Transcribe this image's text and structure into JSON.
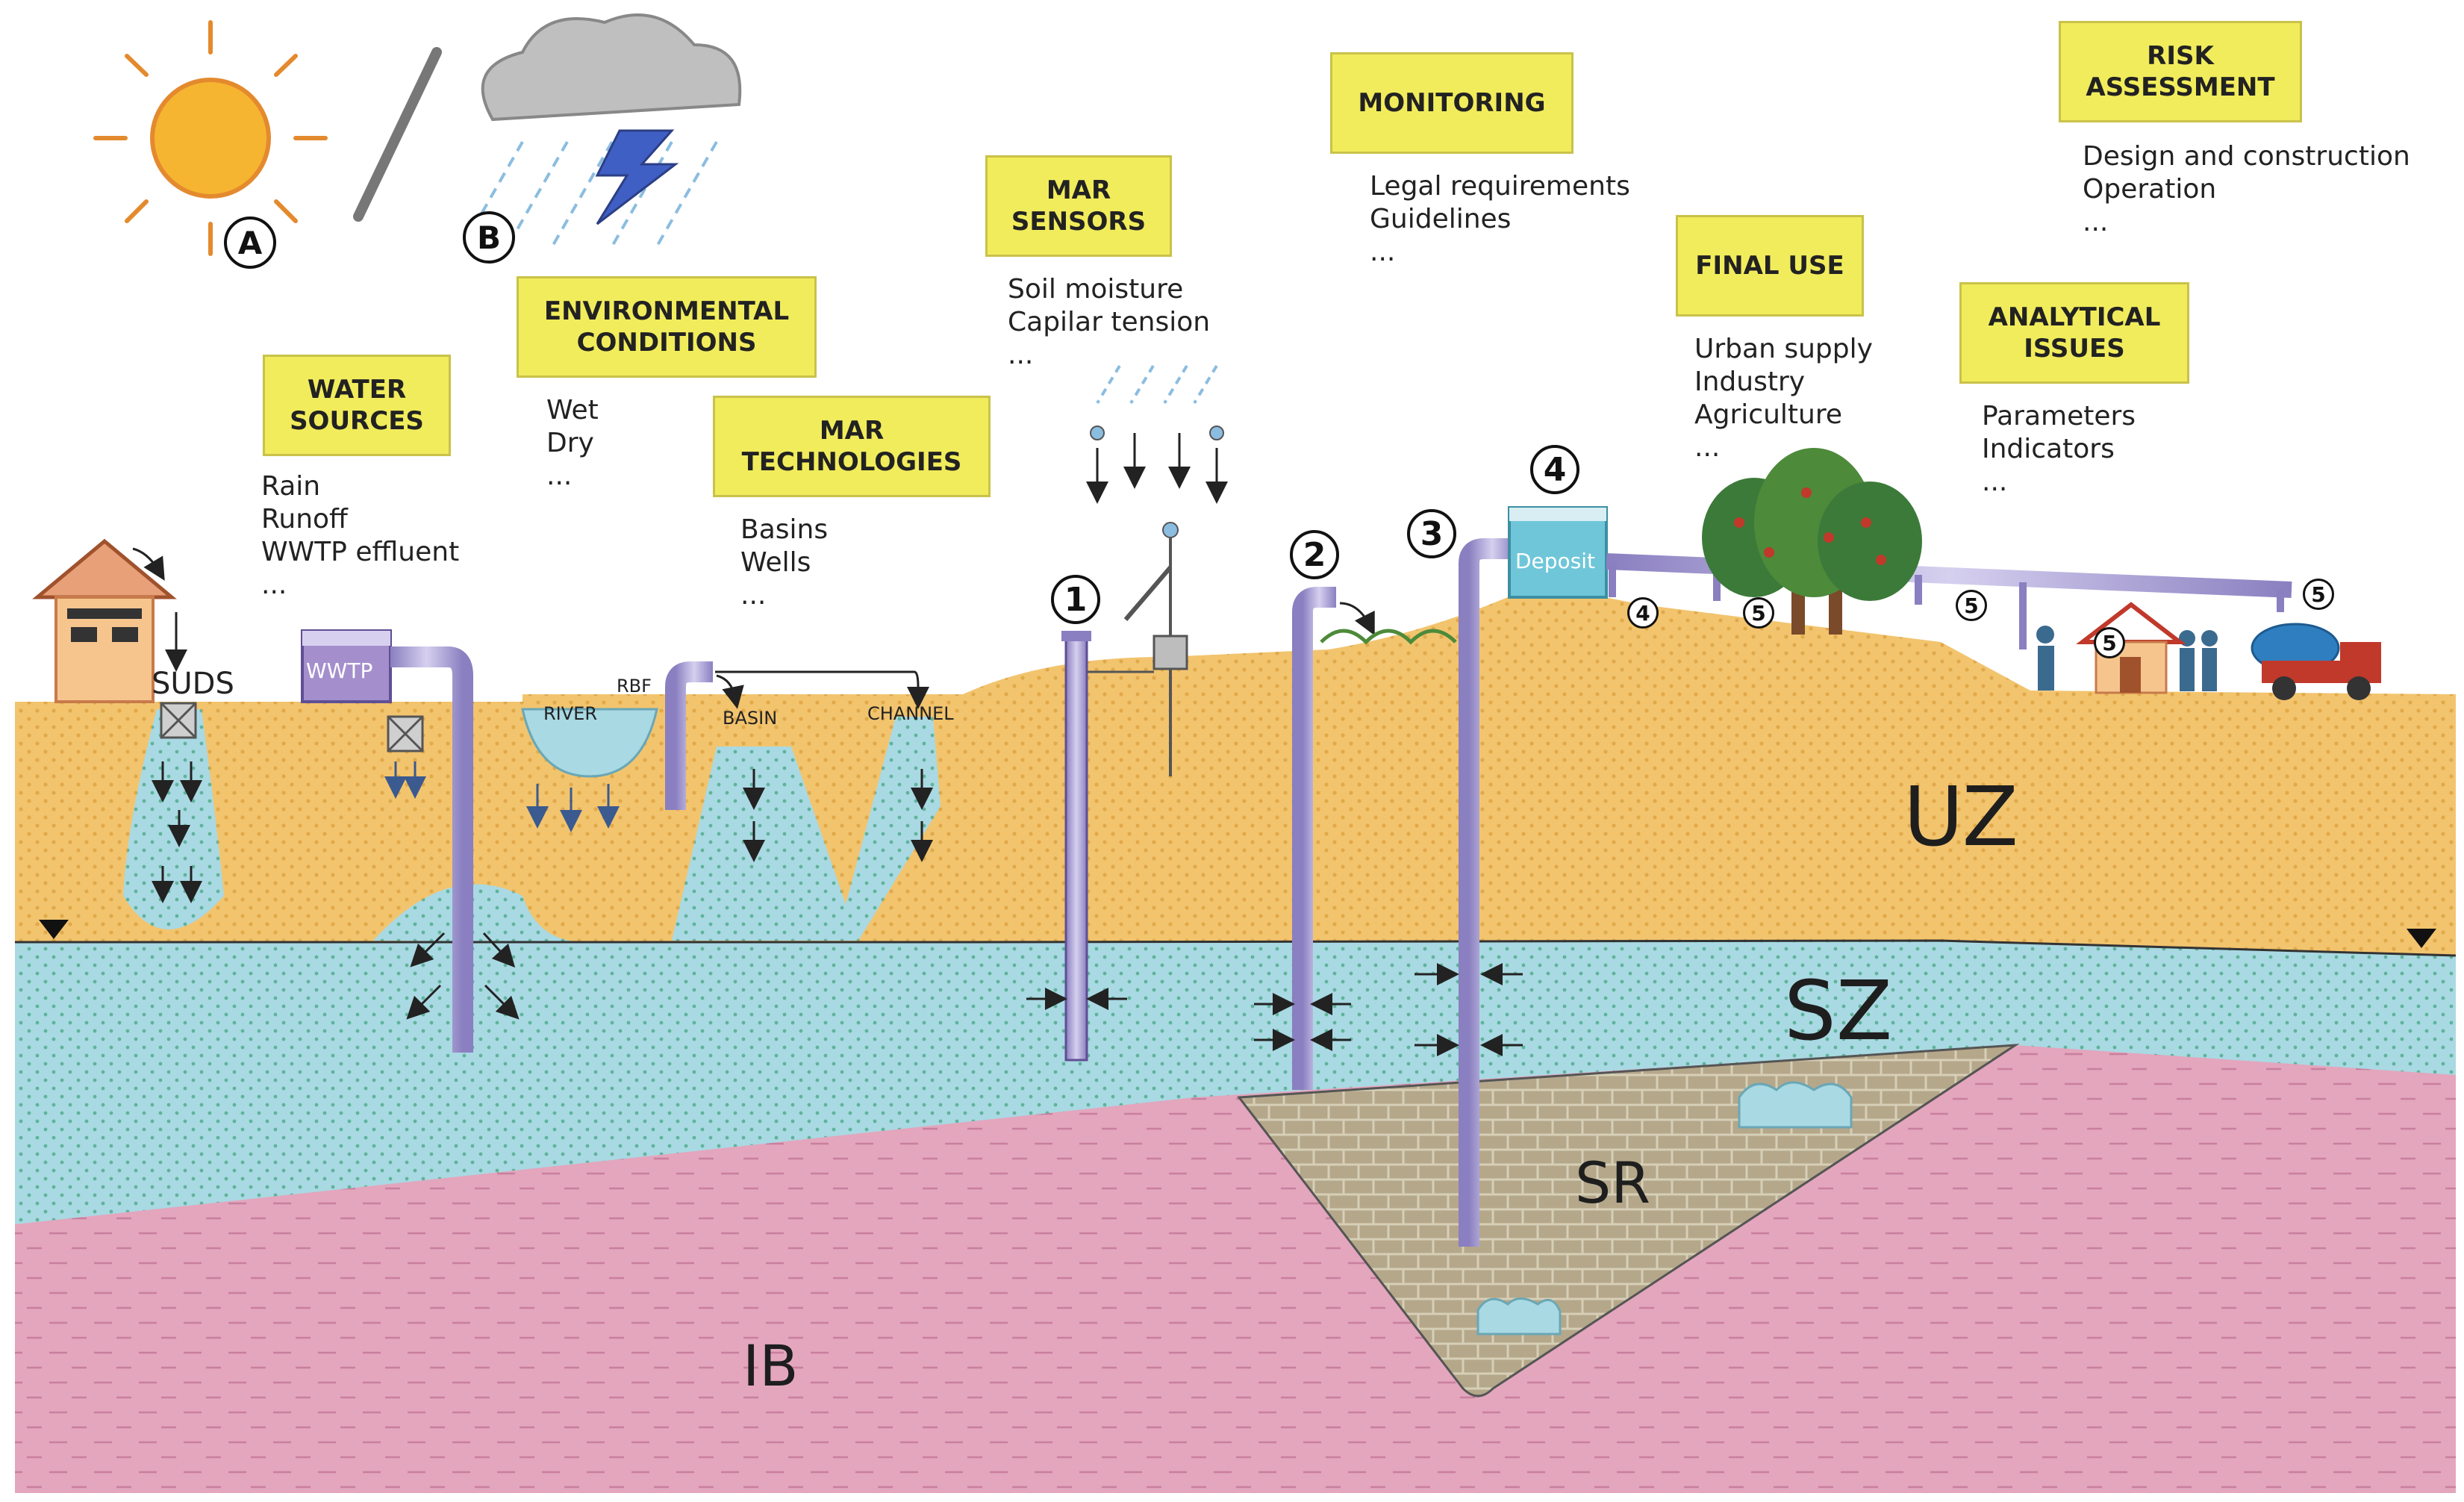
{
  "weather": {
    "marker_a": "A",
    "marker_b": "B"
  },
  "labels": {
    "water_sources": "WATER SOURCES",
    "environmental_conditions": "ENVIRONMENTAL CONDITIONS",
    "mar_technologies": "MAR TECHNOLOGIES",
    "mar_sensors": "MAR SENSORS",
    "monitoring": "MONITORING",
    "final_use": "FINAL USE",
    "analytical_issues": "ANALYTICAL ISSUES",
    "risk_assessment": "RISK ASSESSMENT"
  },
  "lists": {
    "water_sources": [
      "Rain",
      "Runoff",
      "WWTP effluent",
      "..."
    ],
    "environmental_conditions": [
      "Wet",
      "Dry",
      "..."
    ],
    "mar_technologies": [
      "Basins",
      "Wells",
      "..."
    ],
    "mar_sensors": [
      "Soil moisture",
      "Capilar tension",
      "..."
    ],
    "monitoring": [
      "Legal requirements",
      "Guidelines",
      "..."
    ],
    "final_use": [
      "Urban supply",
      "Industry",
      "Agriculture",
      "..."
    ],
    "analytical_issues": [
      "Parameters",
      "Indicators",
      "..."
    ],
    "risk_assessment": [
      "Design and construction",
      "Operation",
      "..."
    ]
  },
  "sites": {
    "suds": "SUDS",
    "wwtp": "WWTP",
    "river": "RIVER",
    "rbf": "RBF",
    "basin": "BASIN",
    "channel": "CHANNEL",
    "deposit": "Deposit"
  },
  "markers": {
    "m1": "1",
    "m2": "2",
    "m3": "3",
    "m4": "4",
    "m4_small": "4",
    "m5": "5"
  },
  "zones": {
    "uz": "UZ",
    "sz": "SZ",
    "sr": "SR",
    "ib": "IB"
  },
  "colors": {
    "unsaturated_zone": "#f2c46e",
    "saturated_zone": "#a9d9e3",
    "impermeable_base": "#e3a6bd",
    "sedimentary_rock": "#b5a78a",
    "label_fill": "#f1ec5c",
    "pipe": "#b9b0d8"
  }
}
